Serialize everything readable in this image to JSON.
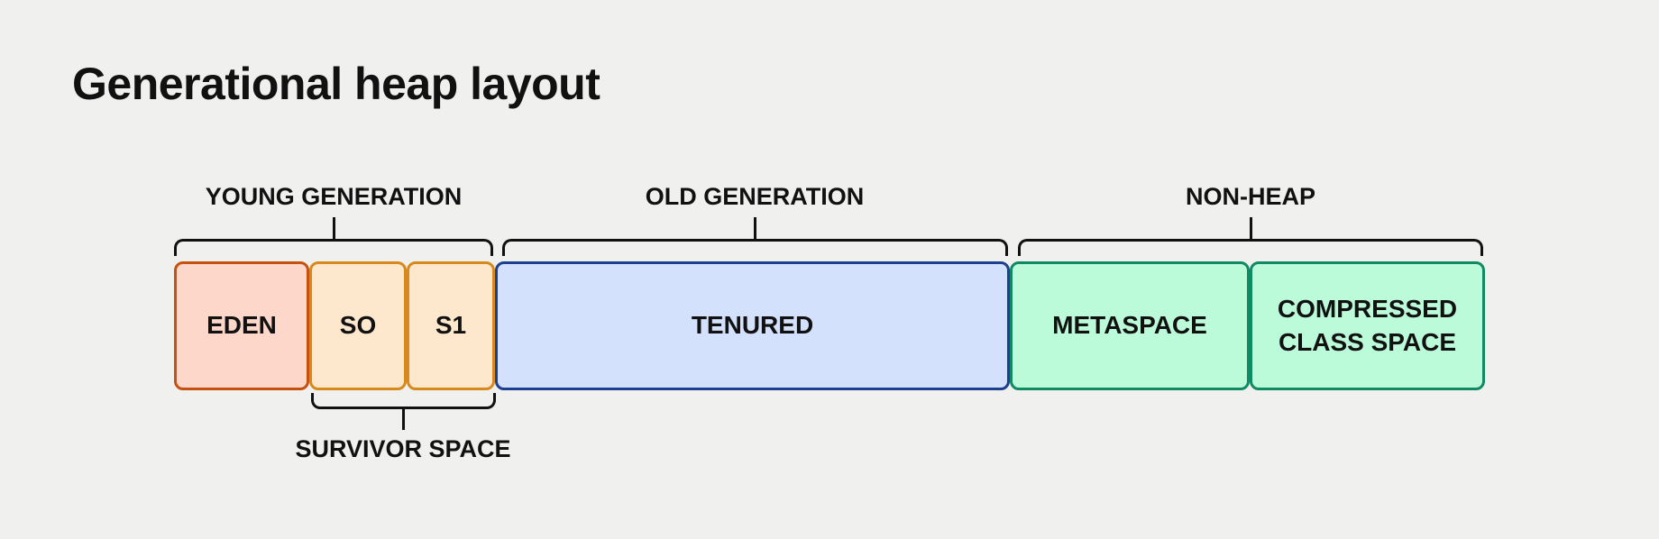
{
  "title": "Generational heap layout",
  "groups": [
    {
      "label": "YOUNG GENERATION"
    },
    {
      "label": "OLD GENERATION"
    },
    {
      "label": "NON-HEAP"
    }
  ],
  "boxes": [
    {
      "label": "EDEN"
    },
    {
      "label": "SO"
    },
    {
      "label": "S1"
    },
    {
      "label": "TENURED"
    },
    {
      "label": "METASPACE"
    },
    {
      "label": "COMPRESSED CLASS SPACE"
    }
  ],
  "survivor_label": "SURVIVOR SPACE",
  "colors": {
    "background": "#f0f0ee",
    "text": "#111111",
    "bracket": "#111111",
    "eden_fill": "#fdd7ca",
    "eden_border": "#c4510e",
    "survivor_fill": "#fde7cd",
    "survivor_border": "#d8891c",
    "tenured_fill": "#d4e1fc",
    "tenured_border": "#1d3f8f",
    "nonheap_fill": "#bcfbda",
    "nonheap_border": "#0f8a63"
  }
}
